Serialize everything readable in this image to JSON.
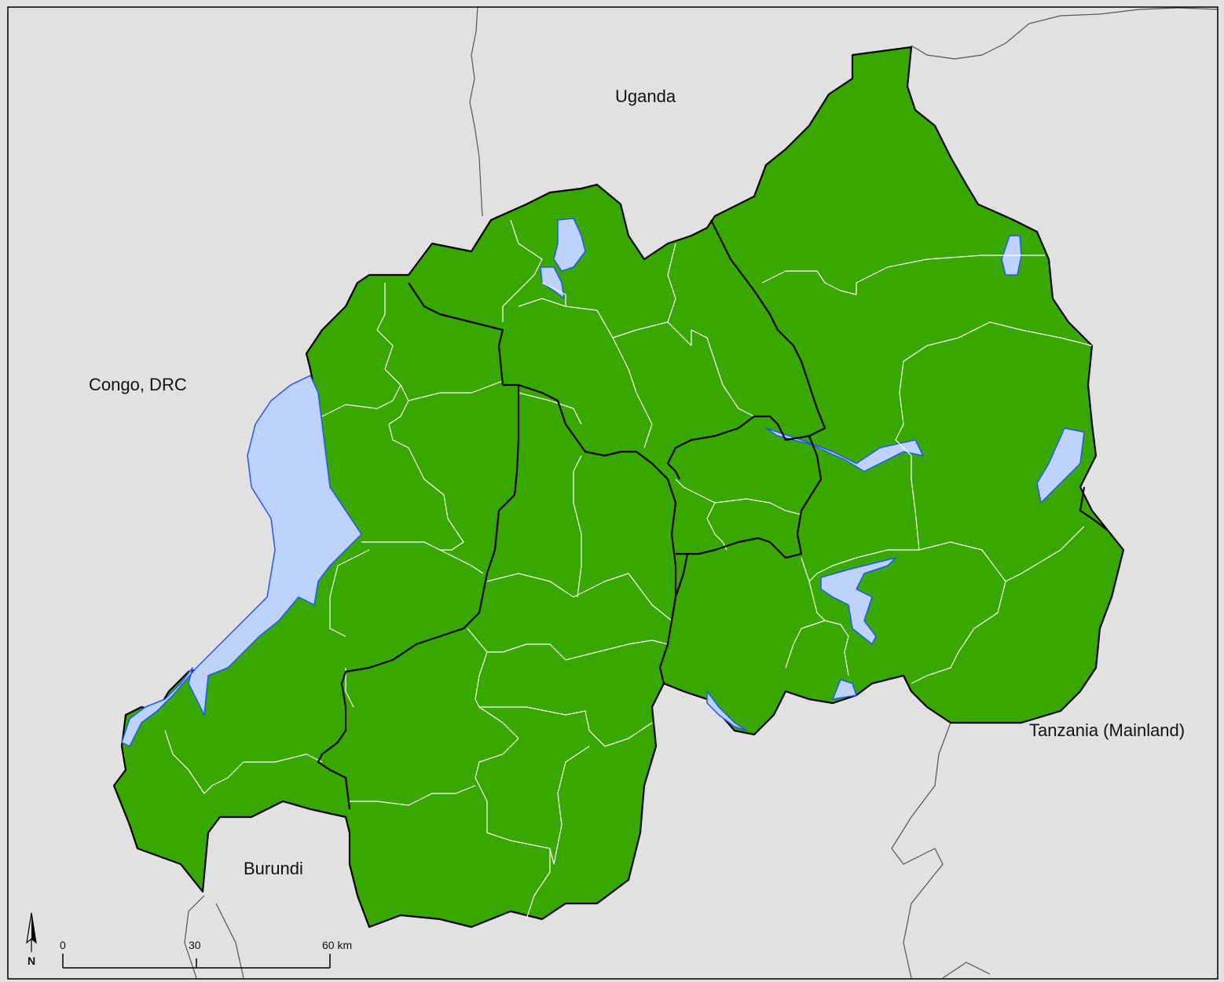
{
  "map": {
    "country_labels": {
      "uganda": "Uganda",
      "congo": "Congo, DRC",
      "tanzania": "Tanzania (Mainland)",
      "burundi": "Burundi"
    },
    "scale_bar": {
      "ticks": [
        "0",
        "30",
        "60 km"
      ]
    },
    "north_arrow": {
      "label": "N"
    },
    "colors": {
      "background": "#e1e1e1",
      "land": "#38a800",
      "water": "#bed2ff",
      "water_outline": "#2255ff",
      "district_border": "#ffffff",
      "province_border": "#000000",
      "neighbor_border": "#555555"
    }
  }
}
